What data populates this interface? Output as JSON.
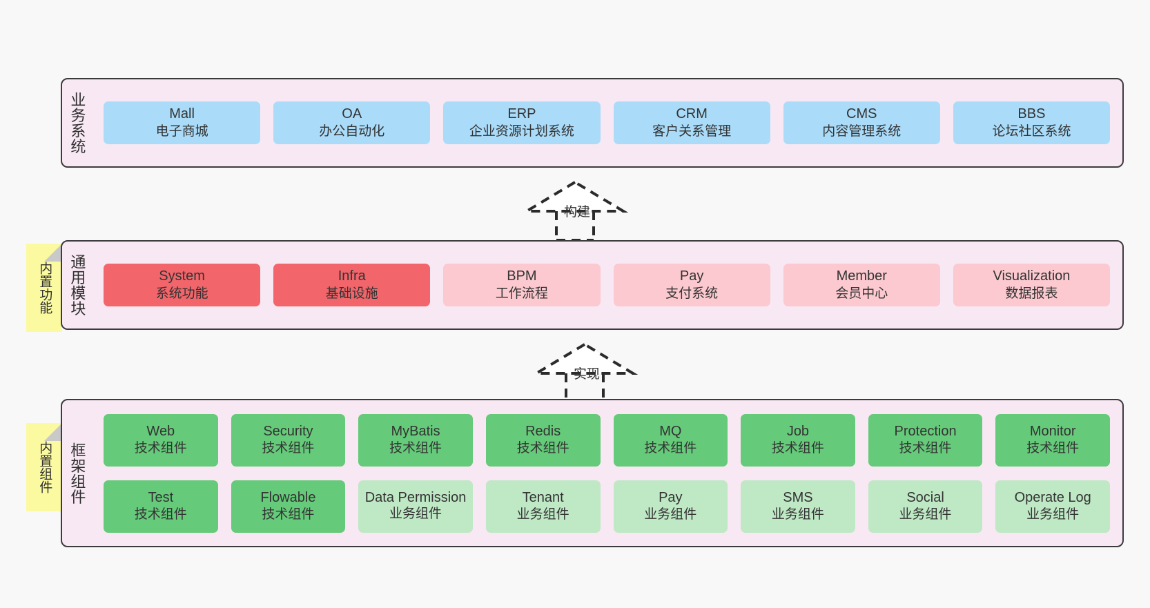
{
  "diagram": {
    "title": "ruoyi-vue-pro architecture layers",
    "colors": {
      "canvas_bg": "#f8f8f8",
      "layer_bg": "#f8e8f3",
      "layer_border": "#3b3b3b",
      "business_card": "#aadcfa",
      "module_core": "#f2656a",
      "module_optional": "#fbc9cf",
      "tech_component": "#65ca79",
      "biz_component": "#bfe8c5",
      "note_bg": "#fbfaa0",
      "note_fold": "#c9c9c9",
      "text": "#333333"
    }
  },
  "layers": [
    {
      "id": "business-system",
      "label": "业务系统",
      "rows": [
        [
          {
            "en": "Mall",
            "cn": "电子商城"
          },
          {
            "en": "OA",
            "cn": "办公自动化"
          },
          {
            "en": "ERP",
            "cn": "企业资源计划系统"
          },
          {
            "en": "CRM",
            "cn": "客户关系管理"
          },
          {
            "en": "CMS",
            "cn": "内容管理系统"
          },
          {
            "en": "BBS",
            "cn": "论坛社区系统"
          }
        ]
      ]
    },
    {
      "id": "common-module",
      "label": "通用模块",
      "note": "内置功能",
      "rows": [
        [
          {
            "en": "System",
            "cn": "系统功能",
            "style": "c-red"
          },
          {
            "en": "Infra",
            "cn": "基础设施",
            "style": "c-red"
          },
          {
            "en": "BPM",
            "cn": "工作流程",
            "style": "c-pink"
          },
          {
            "en": "Pay",
            "cn": "支付系统",
            "style": "c-pink"
          },
          {
            "en": "Member",
            "cn": "会员中心",
            "style": "c-pink"
          },
          {
            "en": "Visualization",
            "cn": "数据报表",
            "style": "c-pink"
          }
        ]
      ]
    },
    {
      "id": "framework-component",
      "label": "框架组件",
      "note": "内置组件",
      "rows": [
        [
          {
            "en": "Web",
            "cn": "技术组件",
            "style": "c-green"
          },
          {
            "en": "Security",
            "cn": "技术组件",
            "style": "c-green"
          },
          {
            "en": "MyBatis",
            "cn": "技术组件",
            "style": "c-green"
          },
          {
            "en": "Redis",
            "cn": "技术组件",
            "style": "c-green"
          },
          {
            "en": "MQ",
            "cn": "技术组件",
            "style": "c-green"
          },
          {
            "en": "Job",
            "cn": "技术组件",
            "style": "c-green"
          },
          {
            "en": "Protection",
            "cn": "技术组件",
            "style": "c-green"
          },
          {
            "en": "Monitor",
            "cn": "技术组件",
            "style": "c-green"
          }
        ],
        [
          {
            "en": "Test",
            "cn": "技术组件",
            "style": "c-green"
          },
          {
            "en": "Flowable",
            "cn": "技术组件",
            "style": "c-green"
          },
          {
            "en": "Data Permission",
            "cn": "业务组件",
            "style": "c-lightgreen"
          },
          {
            "en": "Tenant",
            "cn": "业务组件",
            "style": "c-lightgreen"
          },
          {
            "en": "Pay",
            "cn": "业务组件",
            "style": "c-lightgreen"
          },
          {
            "en": "SMS",
            "cn": "业务组件",
            "style": "c-lightgreen"
          },
          {
            "en": "Social",
            "cn": "业务组件",
            "style": "c-lightgreen"
          },
          {
            "en": "Operate Log",
            "cn": "业务组件",
            "style": "c-lightgreen"
          }
        ]
      ]
    }
  ],
  "connectors": [
    {
      "id": "build",
      "label": "构建"
    },
    {
      "id": "implement",
      "label": "实现"
    }
  ]
}
